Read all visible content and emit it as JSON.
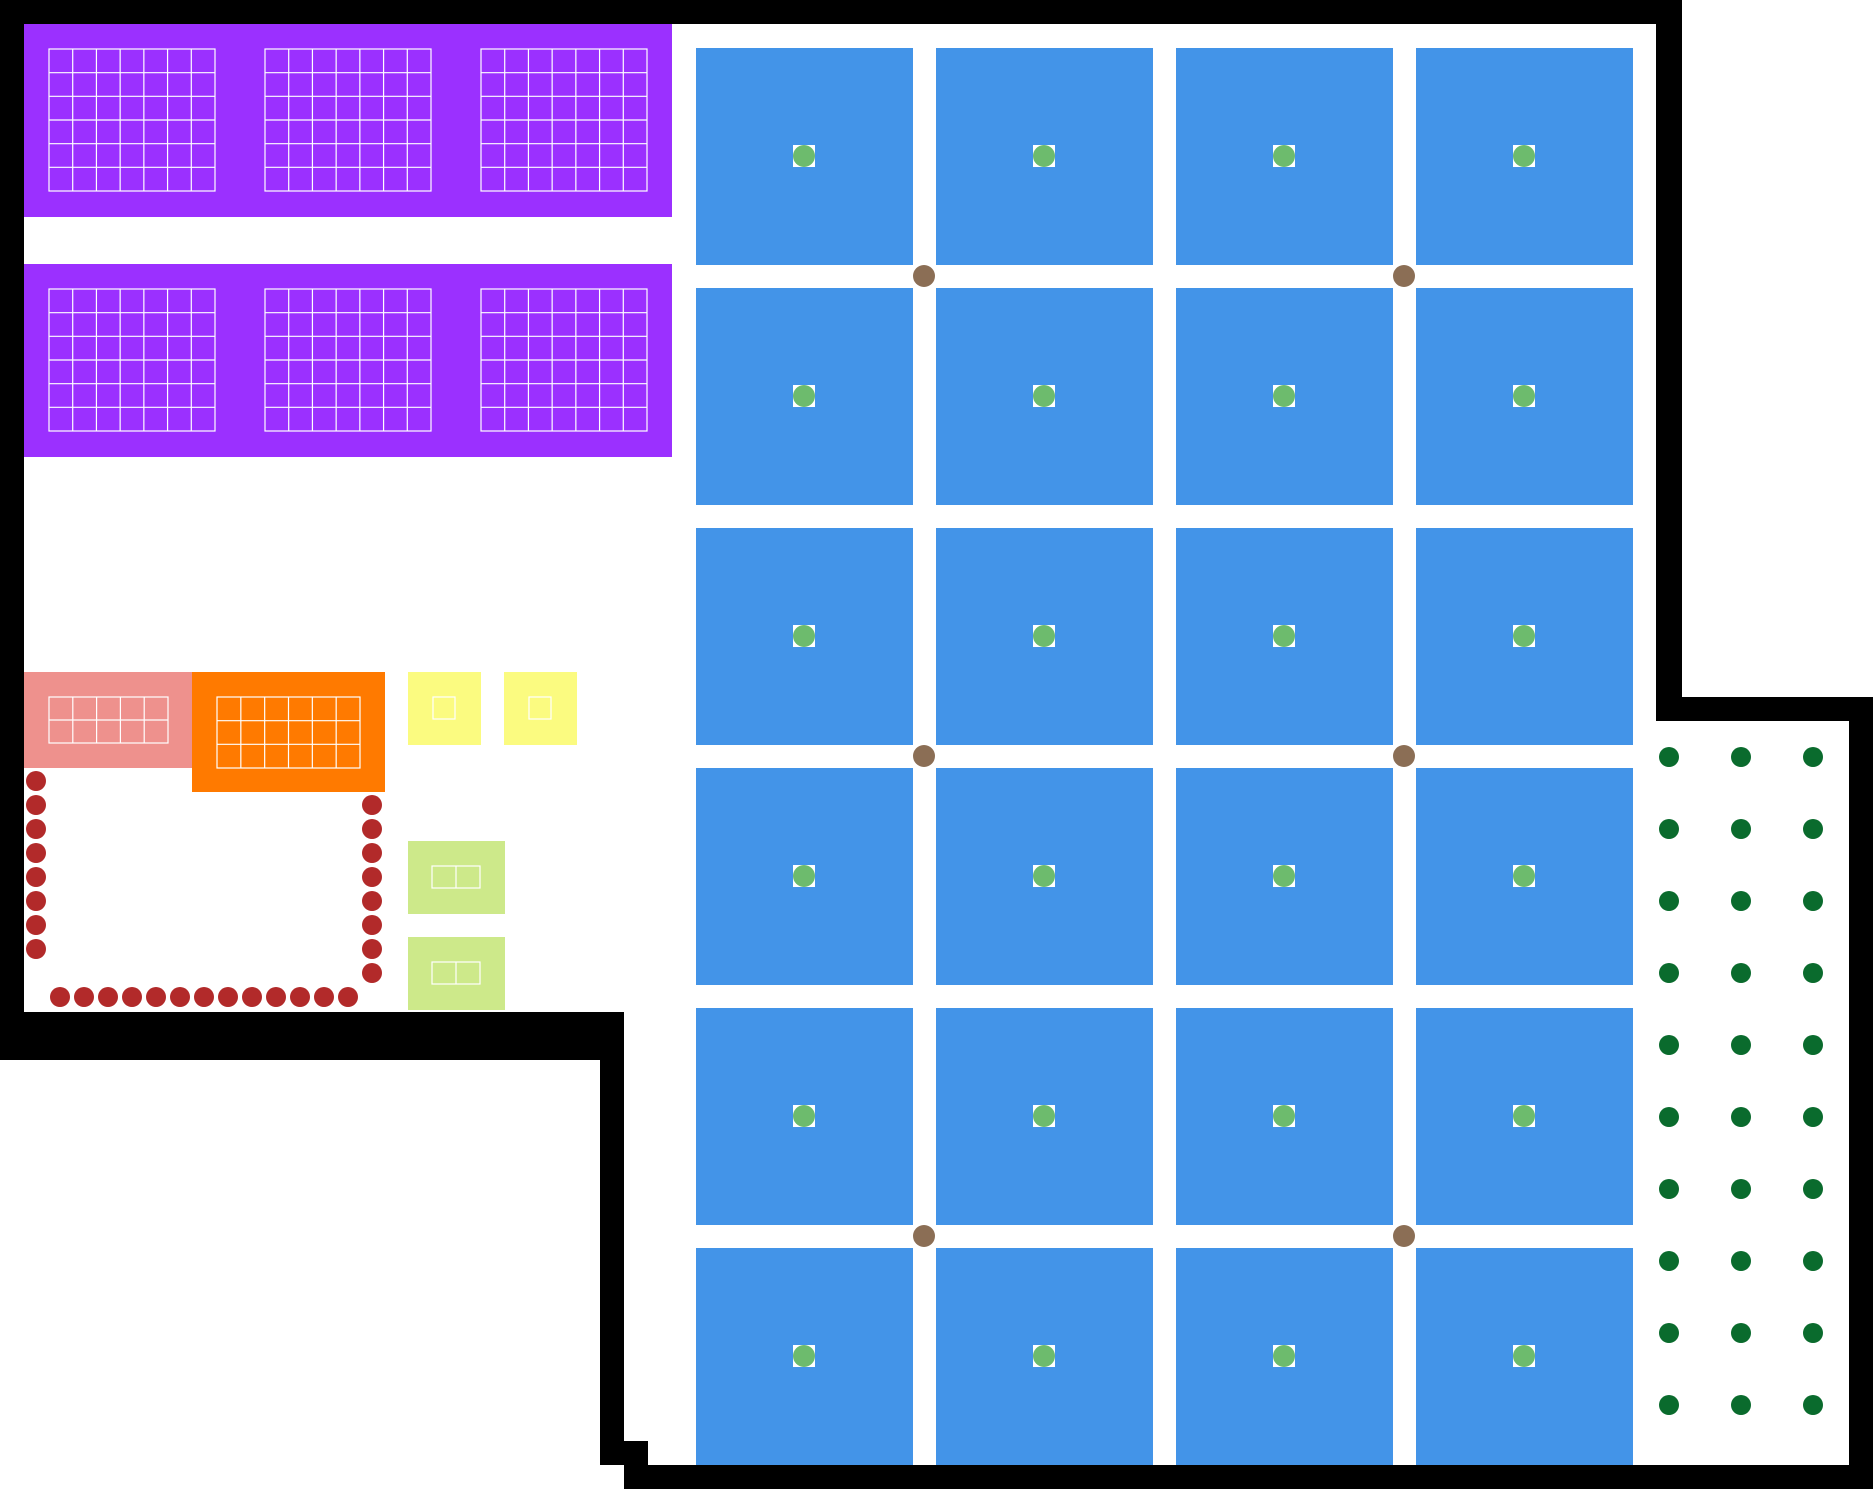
{
  "diagram": {
    "type": "floor-plan",
    "text_labels": [],
    "colors": {
      "wall": "#000000",
      "floor": "#ffffff",
      "purple_zone": "#9b30ff",
      "blue_zone": "#4394e8",
      "blue_center_marker": "#6dbb6d",
      "column": "#8b6e55",
      "pink_zone": "#ee918d",
      "orange_zone": "#ff7a00",
      "yellow_zone": "#fbfb80",
      "lime_zone": "#cde98a",
      "red_posts": "#b22a2a",
      "green_dots": "#0a6b2d",
      "grid_line": "#ffffff"
    },
    "counts": {
      "purple_blocks": 6,
      "purple_block_grid": [
        6,
        7
      ],
      "blue_rooms": [
        6,
        4
      ],
      "columns": 6,
      "pink_grid": [
        2,
        5
      ],
      "orange_grid": [
        3,
        6
      ],
      "yellow_boxes": 2,
      "lime_boxes": 2,
      "green_dots": [
        10,
        3
      ]
    }
  }
}
